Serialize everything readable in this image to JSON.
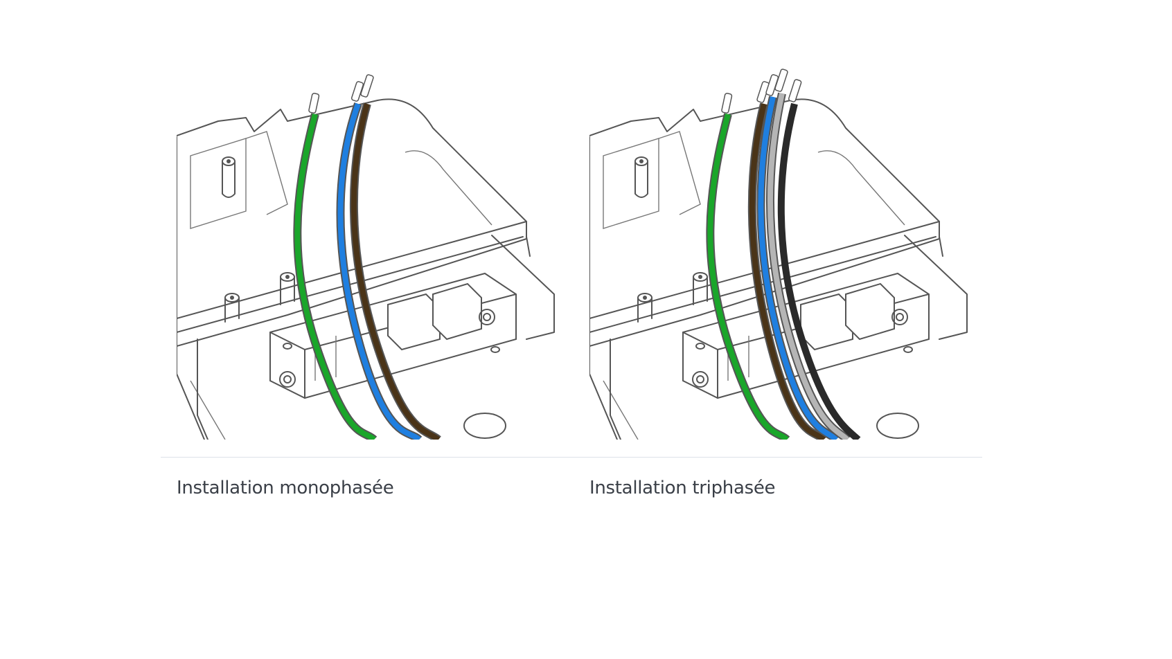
{
  "captions": {
    "single_phase": "Installation monophasée",
    "three_phase": "Installation triphasée"
  },
  "colors": {
    "earth": "#1aa62a",
    "neutral": "#1f7fe0",
    "phase_brown": "#4a3418",
    "phase_grey": "#b5b5b5",
    "phase_black": "#2a2a2a",
    "outline": "#555555",
    "divider": "#dde1e8",
    "caption_text": "#3a3f47"
  },
  "wires": {
    "single_phase": [
      "earth",
      "neutral",
      "phase_brown"
    ],
    "three_phase": [
      "earth",
      "phase_brown",
      "neutral",
      "phase_grey",
      "phase_black"
    ]
  }
}
